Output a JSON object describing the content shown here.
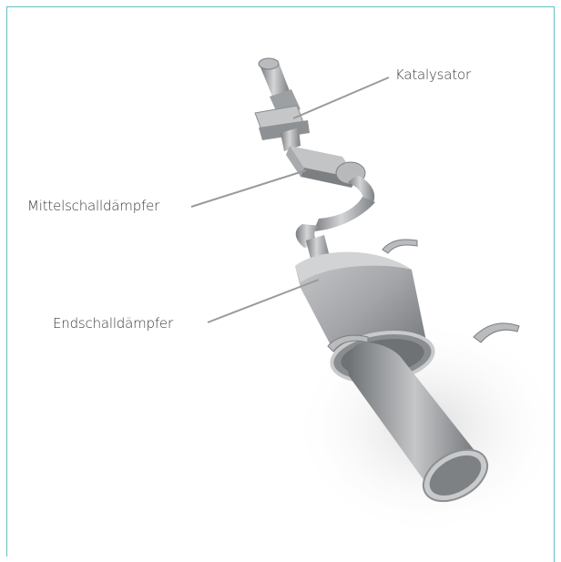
{
  "labels": {
    "catalyst": "Katalysator",
    "middle_muffler": "Mittelschalldämpfer",
    "rear_muffler": "Endschalldämpfer"
  },
  "colors": {
    "frame_accent": "#62bfc1",
    "leader_line": "#9a9a9a",
    "metal_light": "#cfd0d2",
    "metal_mid": "#a4a6a9",
    "metal_dark": "#6f7275"
  }
}
